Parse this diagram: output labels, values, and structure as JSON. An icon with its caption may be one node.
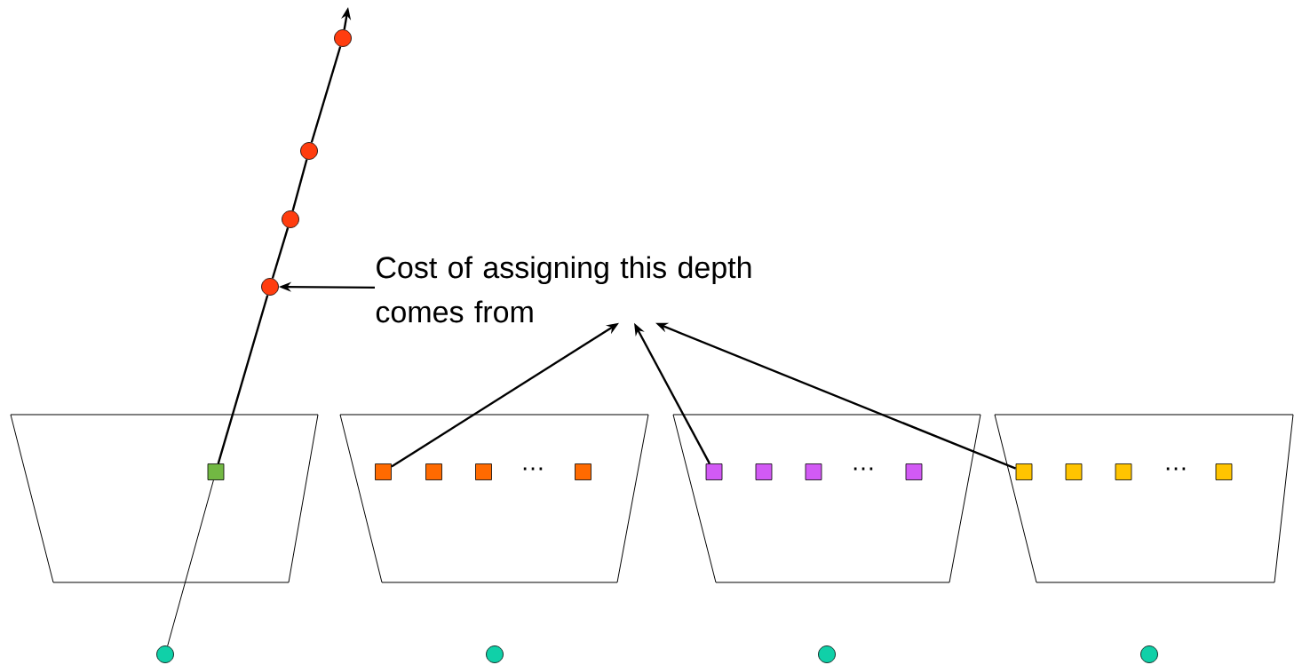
{
  "diagram": {
    "nodes": [
      {
        "text": [
          "Cost of assigning this depth comes from"
        ]
      },
      {
        "text": [],
        "shape": "circle"
      },
      {
        "text": [],
        "shape": "circle"
      },
      {
        "text": [],
        "shape": "circle"
      },
      {
        "text": [],
        "shape": "circle"
      },
      {
        "text": [],
        "shape": "trapezoid"
      },
      {
        "text": [],
        "shape": "box",
        "in": 5
      },
      {
        "text": [],
        "shape": "trapezoid"
      },
      {
        "text": [],
        "shape": "box",
        "in": 7
      },
      {
        "text": [],
        "shape": "box",
        "in": 7
      },
      {
        "text": [],
        "shape": "box",
        "in": 7
      },
      {
        "text": [],
        "shape": "box",
        "in": 7
      },
      {
        "text": [],
        "shape": "trapezoid"
      },
      {
        "text": [],
        "shape": "box",
        "in": 12
      },
      {
        "text": [],
        "shape": "box",
        "in": 12
      },
      {
        "text": [],
        "shape": "box",
        "in": 12
      },
      {
        "text": [],
        "shape": "box",
        "in": 12
      },
      {
        "text": [],
        "shape": "trapezoid"
      },
      {
        "text": [],
        "shape": "box",
        "in": 17
      },
      {
        "text": [],
        "shape": "box",
        "in": 17
      },
      {
        "text": [],
        "shape": "box",
        "in": 17
      },
      {
        "text": [],
        "shape": "box",
        "in": 17
      },
      {
        "text": [],
        "shape": "circle"
      },
      {
        "text": [],
        "shape": "circle"
      },
      {
        "text": [],
        "shape": "circle"
      },
      {
        "text": [],
        "shape": "circle"
      }
    ],
    "edges": [
      {
        "from": 0,
        "to": 4,
        "arrow": "to"
      },
      {
        "from": 8,
        "to": 0,
        "arrow": "to"
      },
      {
        "from": 13,
        "to": 0,
        "arrow": "to"
      },
      {
        "from": 18,
        "to": 0,
        "arrow": "to"
      },
      {
        "from": 22,
        "to": 6,
        "arrow": "none"
      },
      {
        "from": 6,
        "to": 4,
        "arrow": "none"
      },
      {
        "from": 4,
        "to": 3,
        "arrow": "none"
      },
      {
        "from": 3,
        "to": 2,
        "arrow": "none"
      },
      {
        "from": 2,
        "to": 1,
        "arrow": "none"
      },
      {
        "from": 1,
        "to": null,
        "arrow": "to"
      }
    ],
    "labels": [
      "…",
      "…",
      "…"
    ]
  }
}
